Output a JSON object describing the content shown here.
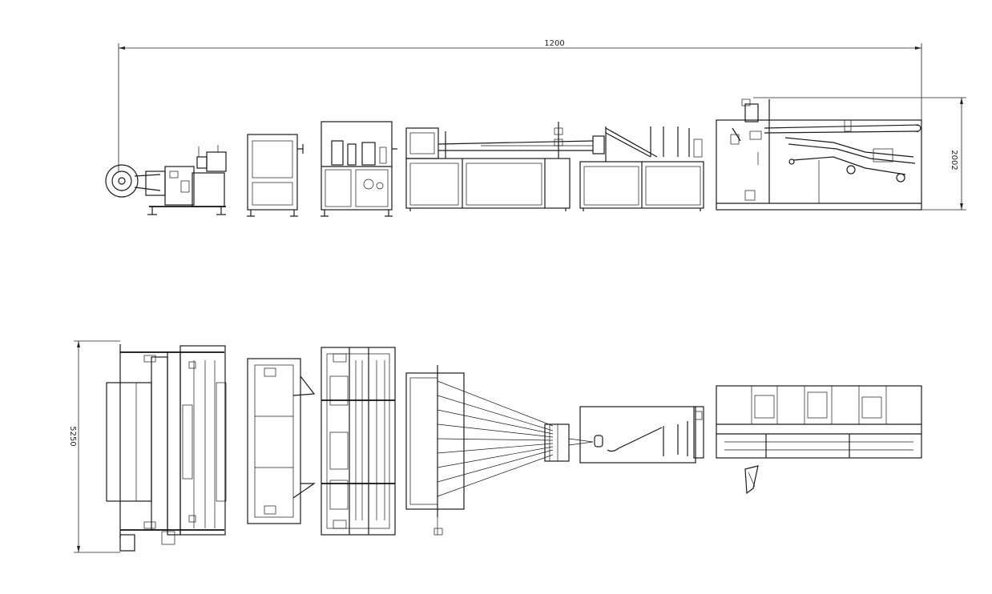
{
  "dimensions": {
    "overall_length": "1200",
    "side_height": "2002",
    "plan_width": "5250"
  }
}
